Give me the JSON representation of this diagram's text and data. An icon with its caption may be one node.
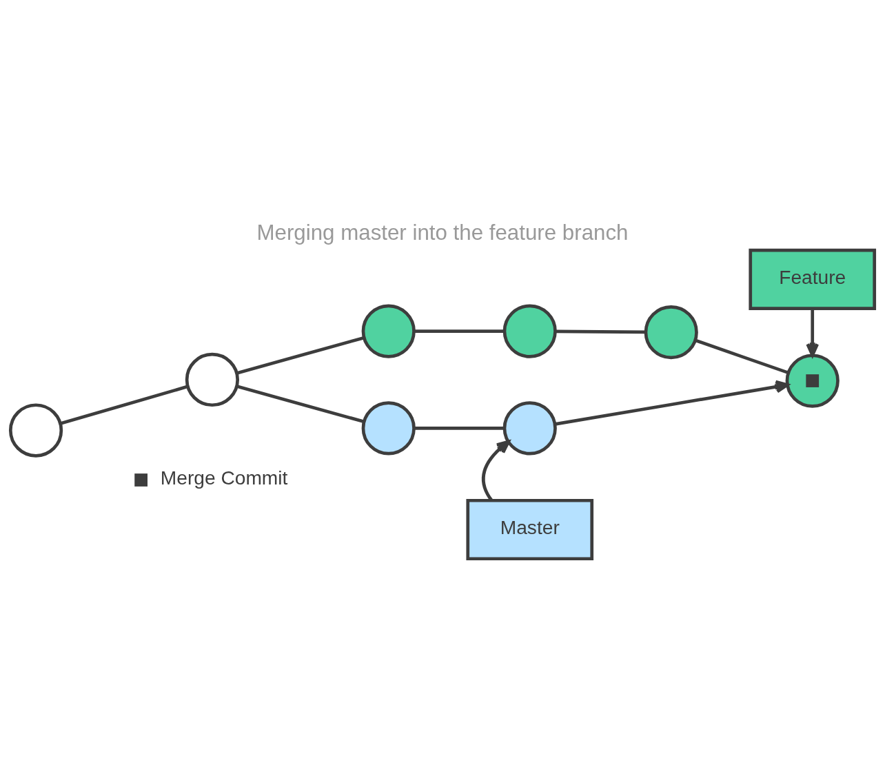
{
  "diagram": {
    "title": "Merging master into the feature branch",
    "nodes": [
      {
        "text": [
          "Feature"
        ]
      },
      {
        "text": [],
        "shape": "circle"
      },
      {
        "text": [],
        "shape": "circle"
      },
      {
        "text": [],
        "shape": "circle"
      },
      {
        "text": [],
        "shape": "circle"
      },
      {
        "text": [],
        "shape": "circle"
      },
      {
        "text": [],
        "shape": "circle"
      },
      {
        "text": [],
        "shape": "circle"
      },
      {
        "text": [],
        "shape": "circle"
      },
      {
        "text": [
          "Master"
        ]
      }
    ],
    "edges": [
      {
        "from": 5,
        "to": 6,
        "arrow": "none"
      },
      {
        "from": 6,
        "to": 7,
        "arrow": "none"
      },
      {
        "from": 6,
        "to": 1,
        "arrow": "none"
      },
      {
        "from": 7,
        "to": 8,
        "arrow": "none"
      },
      {
        "from": 1,
        "to": 2,
        "arrow": "none"
      },
      {
        "from": 2,
        "to": 3,
        "arrow": "none"
      },
      {
        "from": 3,
        "to": 4,
        "arrow": "none"
      },
      {
        "from": 0,
        "to": 4,
        "arrow": "to"
      },
      {
        "from": 9,
        "to": 8,
        "arrow": "to"
      },
      {
        "from": 8,
        "to": 4,
        "arrow": "to"
      }
    ],
    "legend": [
      {
        "text": "Merge Commit"
      }
    ]
  }
}
